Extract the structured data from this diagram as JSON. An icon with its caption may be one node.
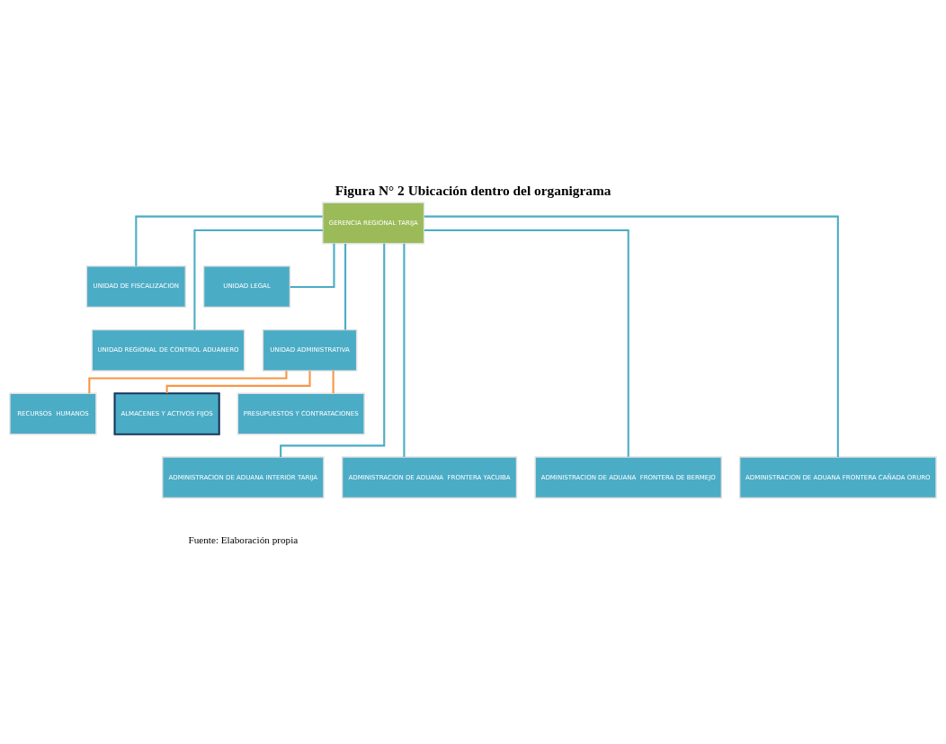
{
  "diagram": {
    "title": "Figura N° 2 Ubicación dentro del organigrama",
    "caption": "Fuente: Elaboración propia",
    "nodes": [
      {
        "text": [
          "GERENCIA REGIONAL TARIJA"
        ]
      },
      {
        "text": [
          "UNIDAD DE FISCALIZACION"
        ]
      },
      {
        "text": [
          "UNIDAD LEGAL"
        ]
      },
      {
        "text": [
          "UNIDAD REGIONAL DE CONTROL ADUANERO"
        ]
      },
      {
        "text": [
          "UNIDAD ADMINISTRATIVA"
        ]
      },
      {
        "text": [
          "RECURSOS  HUMANOS"
        ]
      },
      {
        "text": [
          "ALMACENES Y ACTIVOS FIJOS"
        ]
      },
      {
        "text": [
          "PRESUPUESTOS Y CONTRATACIONES"
        ]
      },
      {
        "text": [
          "ADMINISTRACION DE ADUANA INTERIOR TARIJA"
        ]
      },
      {
        "text": [
          "ADMINISTRACION DE ADUANA  FRONTERA YACUIBA"
        ]
      },
      {
        "text": [
          "ADMINISTRACION DE ADUANA  FRONTERA DE BERMEJO"
        ]
      },
      {
        "text": [
          "ADMINISTRACION DE ADUANA FRONTERA CAÑADA ORURO"
        ]
      }
    ],
    "edges": [
      {
        "from": 0,
        "to": 1,
        "arrow": "none"
      },
      {
        "from": 0,
        "to": 2,
        "arrow": "none"
      },
      {
        "from": 0,
        "to": 3,
        "arrow": "none"
      },
      {
        "from": 0,
        "to": 4,
        "arrow": "none"
      },
      {
        "from": 4,
        "to": 5,
        "arrow": "none",
        "color": "#f79646"
      },
      {
        "from": 4,
        "to": 6,
        "arrow": "none",
        "color": "#f79646"
      },
      {
        "from": 4,
        "to": 7,
        "arrow": "none",
        "color": "#f79646"
      },
      {
        "from": 0,
        "to": 8,
        "arrow": "none"
      },
      {
        "from": 0,
        "to": 9,
        "arrow": "none"
      },
      {
        "from": 0,
        "to": 10,
        "arrow": "none"
      },
      {
        "from": 0,
        "to": 11,
        "arrow": "none"
      }
    ]
  }
}
